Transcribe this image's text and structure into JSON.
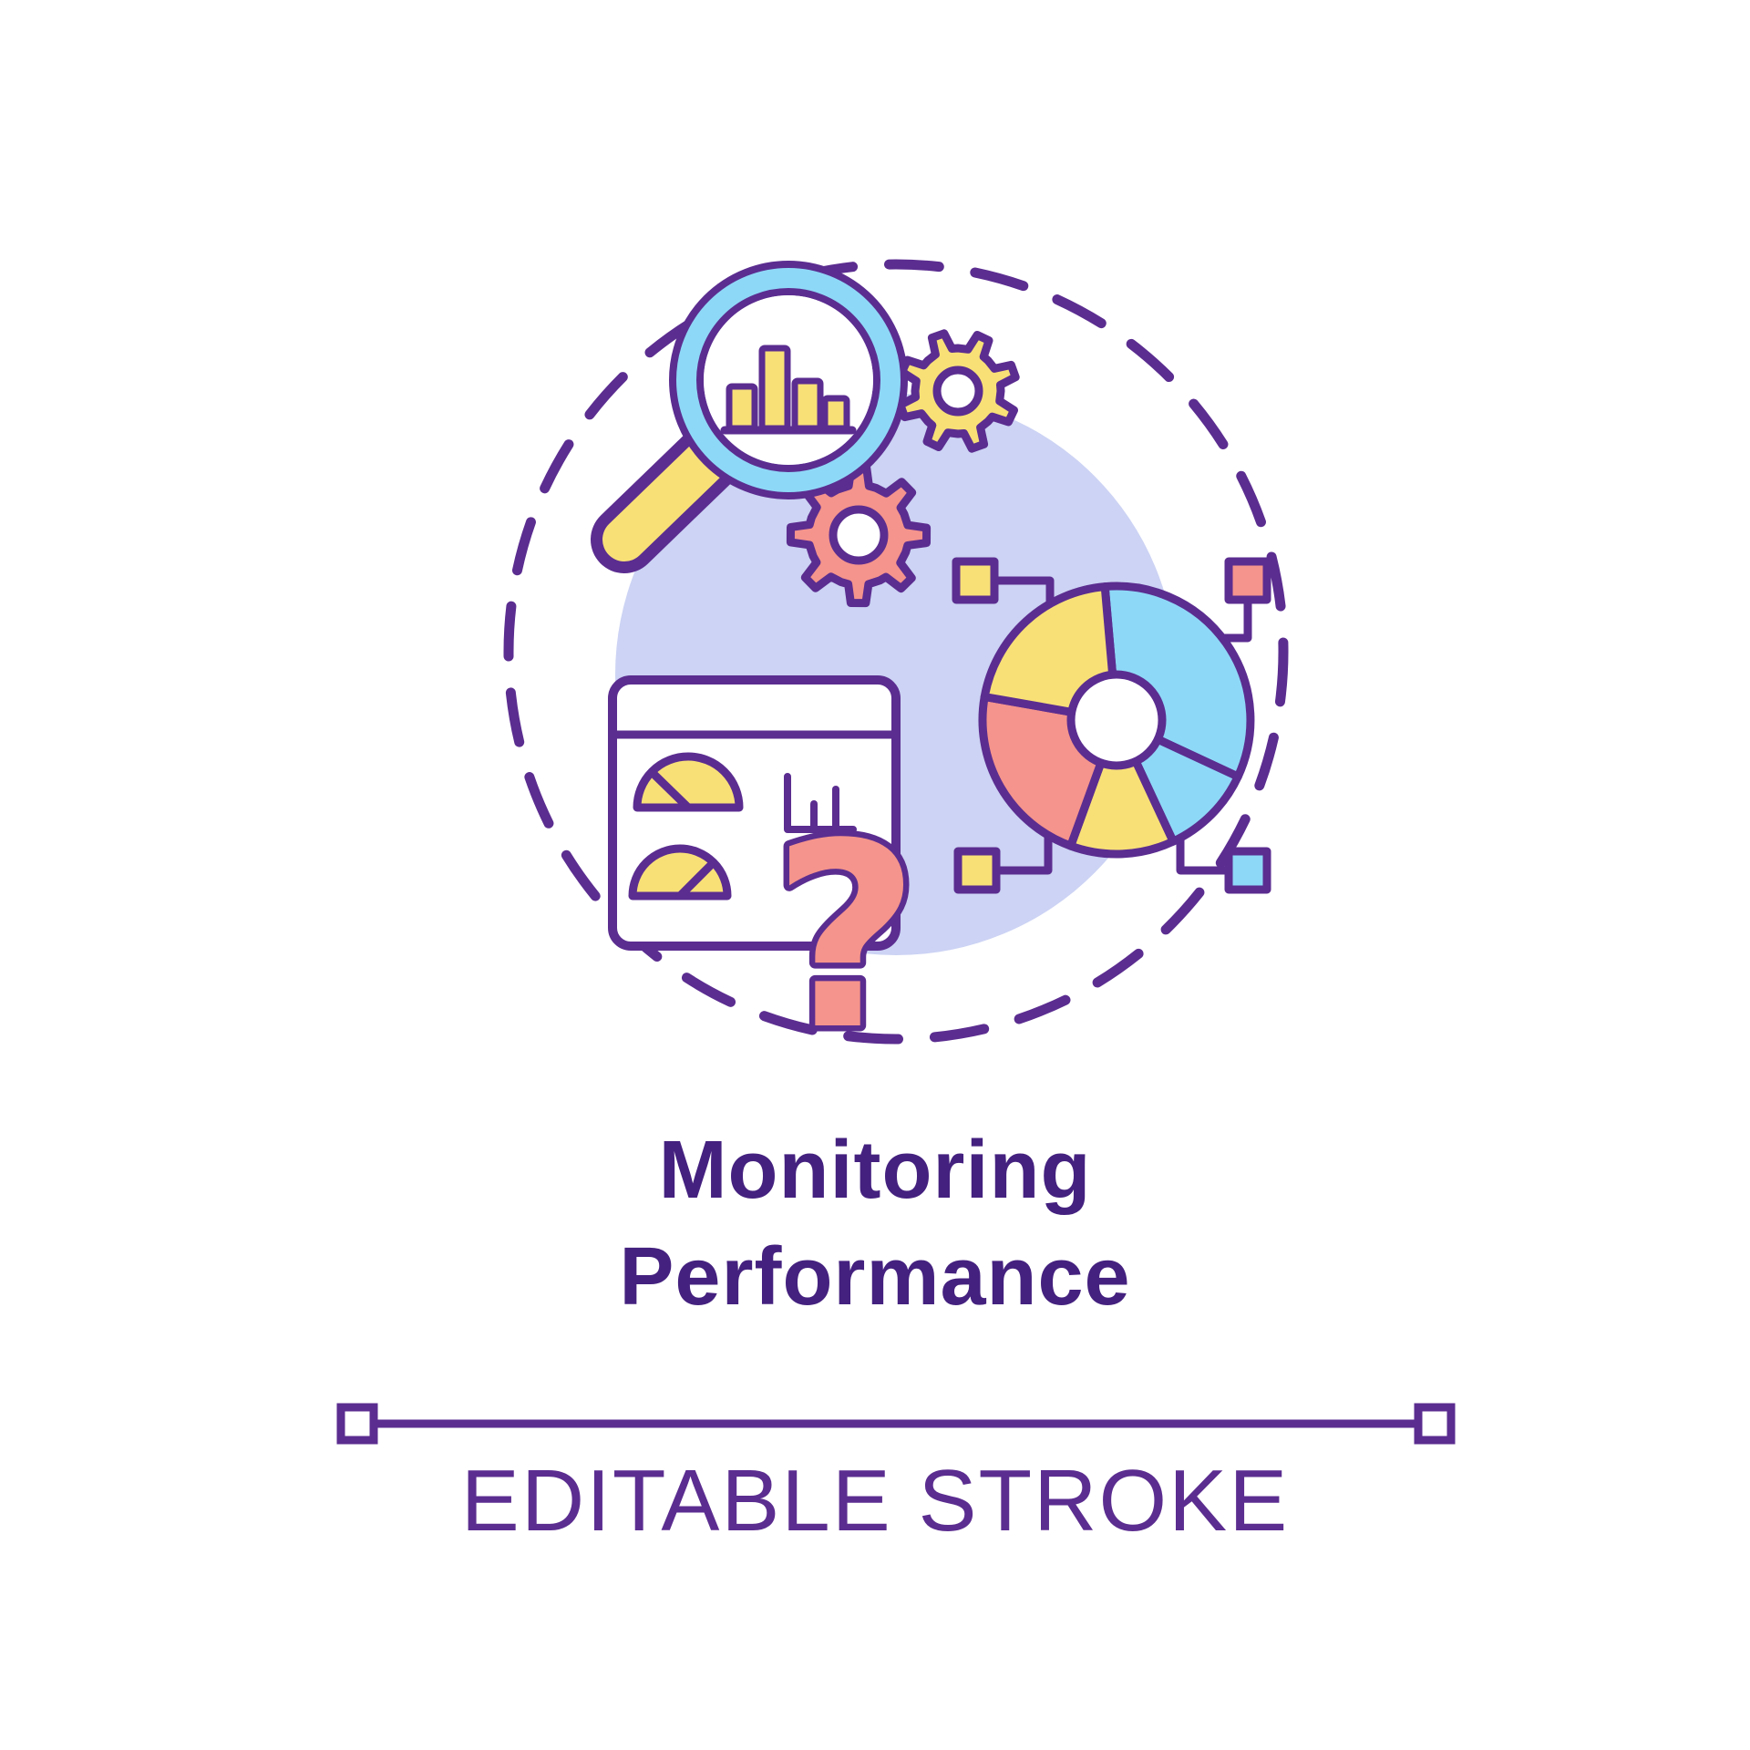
{
  "title": {
    "line1": "Monitoring",
    "line2": "Performance"
  },
  "footer": {
    "label": "EDITABLE STROKE"
  },
  "illustration": {
    "question_mark": "?",
    "icons": [
      "dashed-orbit-circle",
      "background-blob",
      "magnifier-bar-chart-icon",
      "gear-icon-small",
      "gear-icon-large",
      "donut-chart-icon",
      "data-node-squares",
      "dashboard-gauges-icon",
      "question-mark-icon",
      "stroke-endpoint-squares"
    ]
  },
  "colors": {
    "bg": "#ffffff",
    "outline": "#5b2d90",
    "title_text": "#44217f",
    "footer_text": "#5b2d90",
    "blob": "#ccd3f4",
    "yellow": "#f8e077",
    "salmon": "#f5948c",
    "cyan": "#8ed8f7"
  }
}
